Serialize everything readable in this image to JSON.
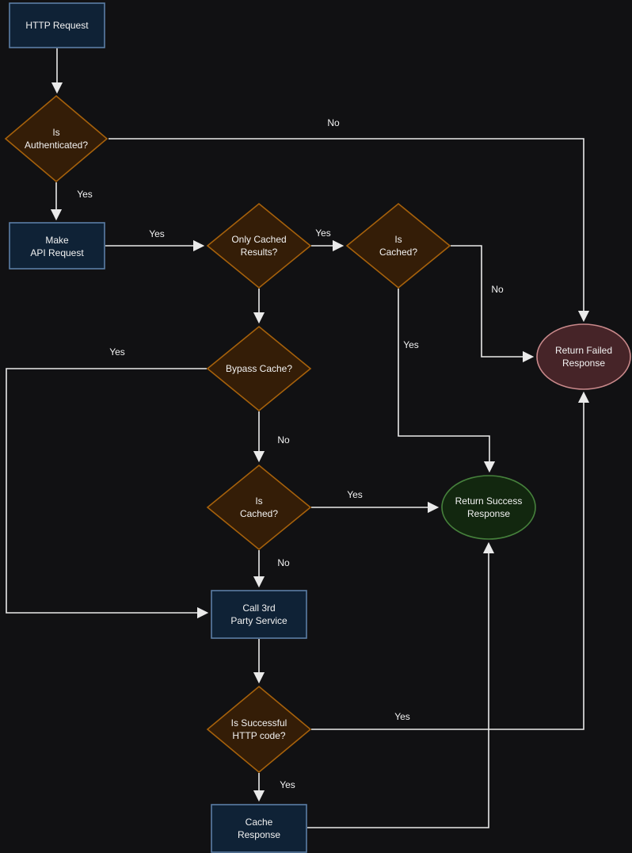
{
  "colors": {
    "background": "#111113",
    "line": "#eaeaea",
    "text": "#f2f2f2",
    "process_fill": "#0f2236",
    "process_stroke": "#5b7ea6",
    "decision_fill": "#341d07",
    "decision_stroke": "#a6610b",
    "failed_fill": "#462428",
    "failed_stroke": "#c9898b",
    "success_fill": "#12270f",
    "success_stroke": "#46813c"
  },
  "nodes": {
    "http_request": {
      "type": "process",
      "lines": [
        "HTTP Request"
      ]
    },
    "is_authenticated": {
      "type": "decision",
      "lines": [
        "Is",
        "Authenticated?"
      ]
    },
    "make_api_request": {
      "type": "process",
      "lines": [
        "Make",
        "API Request"
      ]
    },
    "only_cached_results": {
      "type": "decision",
      "lines": [
        "Only Cached",
        "Results?"
      ]
    },
    "is_cached_top": {
      "type": "decision",
      "lines": [
        "Is",
        "Cached?"
      ]
    },
    "bypass_cache": {
      "type": "decision",
      "lines": [
        "Bypass Cache?"
      ]
    },
    "is_cached_mid": {
      "type": "decision",
      "lines": [
        "Is",
        "Cached?"
      ]
    },
    "return_failed": {
      "type": "terminal",
      "lines": [
        "Return Failed",
        "Response"
      ]
    },
    "return_success": {
      "type": "terminal",
      "lines": [
        "Return Success",
        "Response"
      ]
    },
    "call_3rd_party": {
      "type": "process",
      "lines": [
        "Call 3rd",
        "Party Service"
      ]
    },
    "is_successful_http": {
      "type": "decision",
      "lines": [
        "Is Successful",
        "HTTP code?"
      ]
    },
    "cache_response": {
      "type": "process",
      "lines": [
        "Cache",
        "Response"
      ]
    }
  },
  "edges": {
    "http_to_auth": {
      "label": ""
    },
    "auth_to_api": {
      "label": "Yes"
    },
    "auth_to_failed": {
      "label": "No"
    },
    "api_to_only_cached": {
      "label": "Yes"
    },
    "only_cached_to_is_cached": {
      "label": "Yes"
    },
    "only_cached_to_bypass": {
      "label": ""
    },
    "is_cached_top_to_failed": {
      "label": "No"
    },
    "is_cached_top_to_success": {
      "label": "Yes"
    },
    "bypass_to_call": {
      "label": "Yes"
    },
    "bypass_to_is_cached_mid": {
      "label": "No"
    },
    "is_cached_mid_to_success": {
      "label": "Yes"
    },
    "is_cached_mid_to_call": {
      "label": "No"
    },
    "call_to_successful": {
      "label": ""
    },
    "successful_to_failed": {
      "label": "Yes"
    },
    "successful_to_cache": {
      "label": "Yes"
    },
    "cache_to_success": {
      "label": ""
    }
  }
}
